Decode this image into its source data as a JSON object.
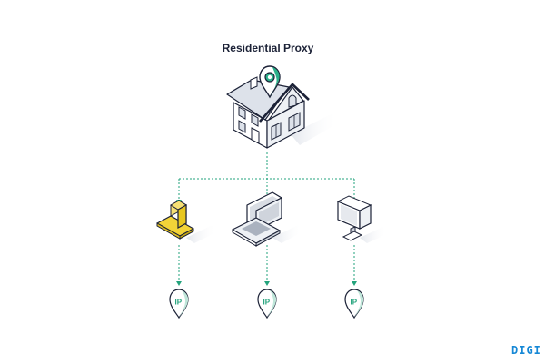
{
  "diagram": {
    "title": "Residential Proxy",
    "ip_label": "IP",
    "brand_text": "DIGI"
  },
  "colors": {
    "title": "#1c2237",
    "connector": "#23a37c",
    "pin": "#2bb08a",
    "laptop_yellow": "#f2d338",
    "brand": "#1688d6"
  }
}
